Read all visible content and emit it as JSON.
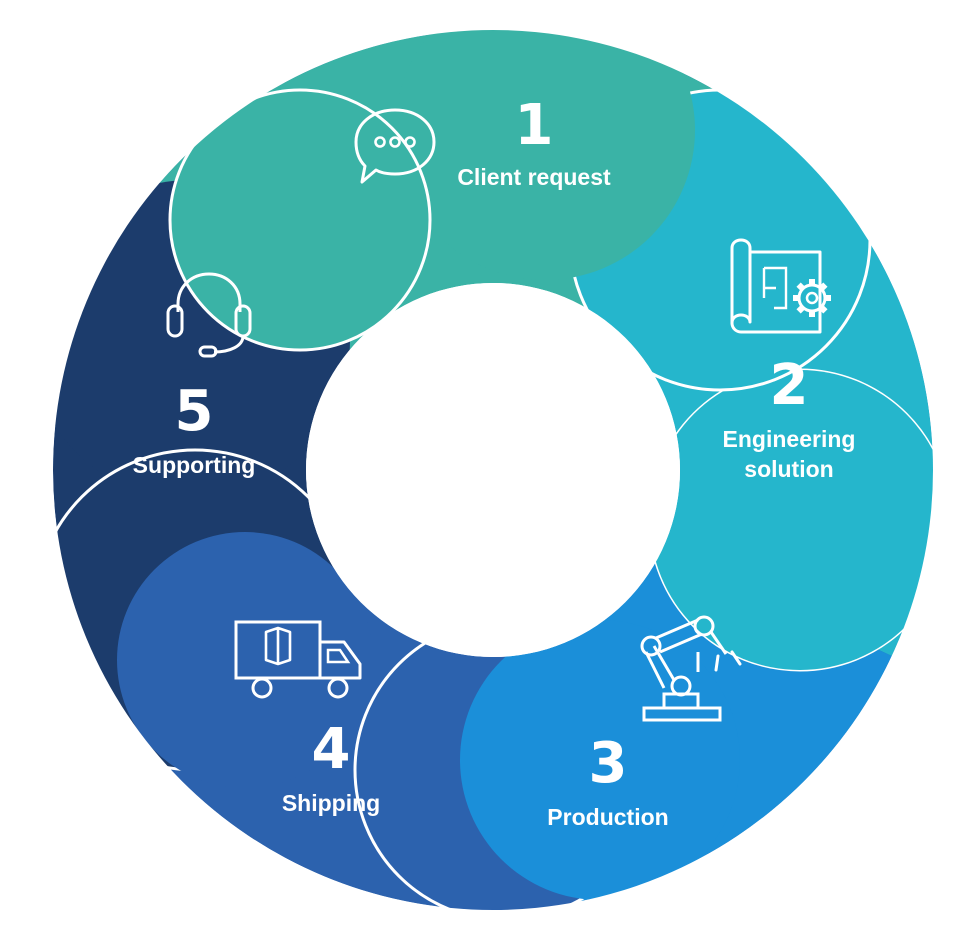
{
  "diagram": {
    "type": "cycle",
    "colors": {
      "step1": "#3ab3a6",
      "step2": "#25b6cc",
      "step3": "#1b8fd9",
      "step4": "#2c62ae",
      "step5": "#1c3c6c",
      "separator": "#ffffff"
    },
    "steps": [
      {
        "number": "1",
        "label": "Client request",
        "icon": "chat-bubble-icon"
      },
      {
        "number": "2",
        "label": "Engineering\nsolution",
        "icon": "blueprint-gear-icon"
      },
      {
        "number": "3",
        "label": "Production",
        "icon": "robot-arm-icon"
      },
      {
        "number": "4",
        "label": "Shipping",
        "icon": "delivery-truck-icon"
      },
      {
        "number": "5",
        "label": "Supporting",
        "icon": "headset-icon"
      }
    ]
  }
}
